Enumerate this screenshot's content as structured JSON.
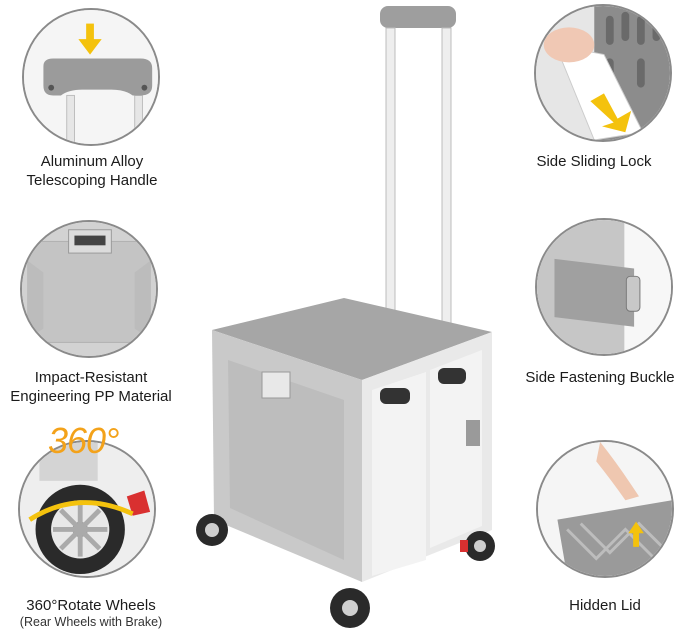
{
  "features": {
    "handle": {
      "label": "Aluminum Alloy Telescoping Handle"
    },
    "lock": {
      "label": "Side Sliding Lock"
    },
    "material": {
      "label": "Impact-Resistant Engineering PP Material"
    },
    "buckle": {
      "label": "Side Fastening Buckle"
    },
    "wheels": {
      "label": "360°Rotate Wheels",
      "sublabel": "(Rear Wheels with Brake)",
      "badge": "360°"
    },
    "lid": {
      "label": "Hidden Lid"
    }
  },
  "colors": {
    "body_gray": "#c8c8c8",
    "lid_gray": "#9a9a9a",
    "panel_white": "#f2f2f2",
    "arrow_yellow": "#f4c20d",
    "brake_red": "#d93030",
    "badge_orange": "#f3a21a"
  },
  "icons": [
    "down-arrow-icon",
    "yellow-arrow-icon",
    "rotation-arrow-icon",
    "up-arrow-icon"
  ]
}
